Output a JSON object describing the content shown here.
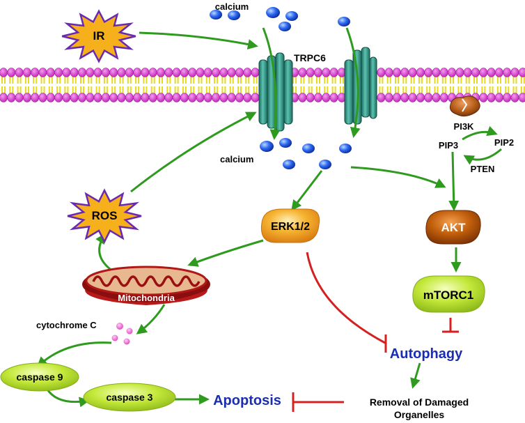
{
  "nodes": {
    "ir": "IR",
    "ros": "ROS",
    "trpc6": "TRPC6",
    "calcium_top": "calcium",
    "calcium_bottom": "calcium",
    "pi3k": "PI3K",
    "pip3": "PIP3",
    "pip2": "PIP2",
    "pten": "PTEN",
    "erk": "ERK1/2",
    "akt": "AKT",
    "mtorc1": "mTORC1",
    "mitochondria": "Mitochondria",
    "cytochrome": "cytochrome C",
    "caspase9": "caspase 9",
    "caspase3": "caspase 3",
    "apoptosis": "Apoptosis",
    "autophagy": "Autophagy",
    "removal_line1": "Removal of Damaged",
    "removal_line2": "Organelles"
  },
  "colors": {
    "activation_arrow": "#2e9a1e",
    "inhibition": "#d42020",
    "membrane_head": "#d938d0",
    "membrane_tail": "#f0e030",
    "channel": "#2f8f80",
    "calcium": "#1a4fd8",
    "star_fill": "#f6b01c",
    "star_stroke": "#6a2ab0",
    "erk_fill": "#f4a21a",
    "akt_fill": "#b8520a",
    "green_node": "#b6e02a",
    "mito_outer": "#b01818",
    "apoptosis_text": "#1a2eb0",
    "autophagy_text": "#1a2eb0"
  }
}
